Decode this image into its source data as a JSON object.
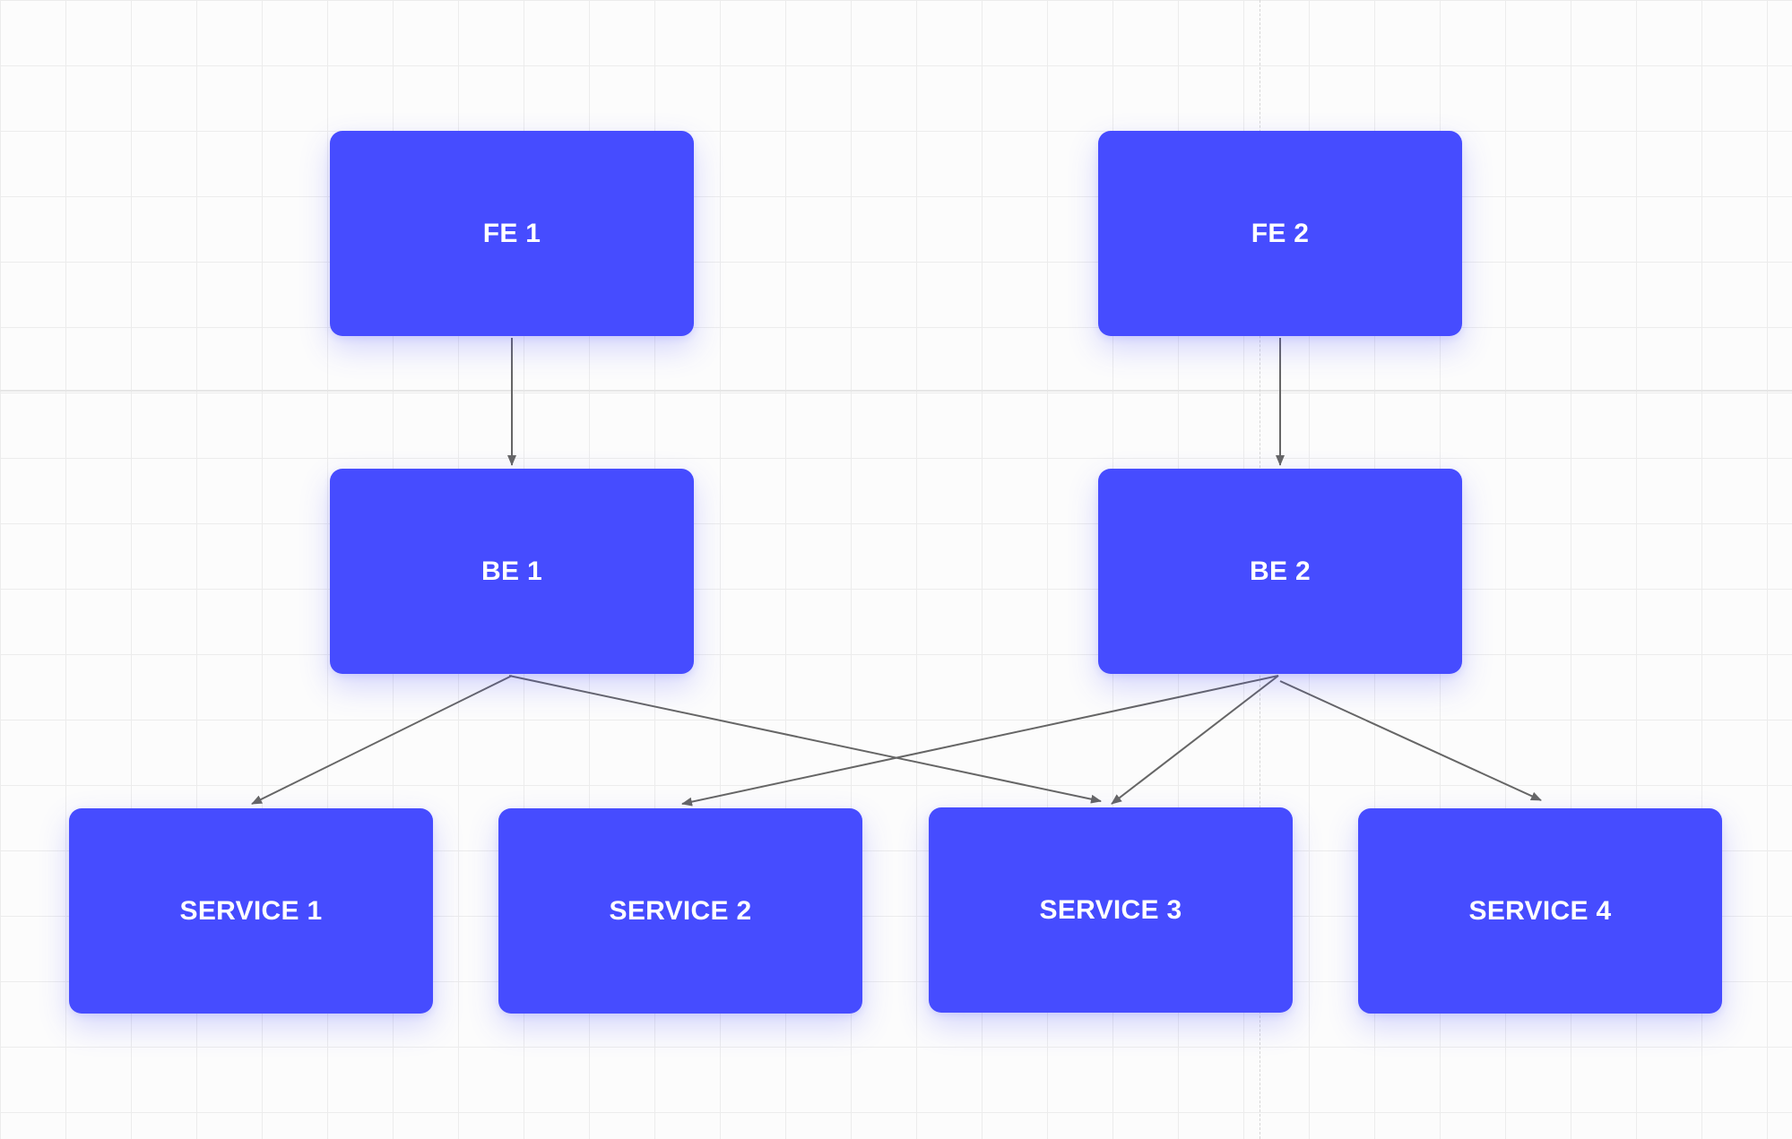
{
  "theme": {
    "node_fill": "#464cff",
    "node_text": "#ffffff",
    "edge_color": "#666666",
    "grid_color": "#ececec",
    "background": "#fcfcfc"
  },
  "diagram": {
    "nodes": [
      {
        "id": "fe1",
        "label": "FE 1"
      },
      {
        "id": "fe2",
        "label": "FE 2"
      },
      {
        "id": "be1",
        "label": "BE 1"
      },
      {
        "id": "be2",
        "label": "BE 2"
      },
      {
        "id": "svc1",
        "label": "SERVICE 1"
      },
      {
        "id": "svc2",
        "label": "SERVICE 2"
      },
      {
        "id": "svc3",
        "label": "SERVICE 3"
      },
      {
        "id": "svc4",
        "label": "SERVICE 4"
      }
    ],
    "edges": [
      {
        "from": "fe1",
        "to": "be1"
      },
      {
        "from": "fe2",
        "to": "be2"
      },
      {
        "from": "be1",
        "to": "svc1"
      },
      {
        "from": "be1",
        "to": "svc3"
      },
      {
        "from": "be2",
        "to": "svc2"
      },
      {
        "from": "be2",
        "to": "svc3"
      },
      {
        "from": "be2",
        "to": "svc4"
      }
    ]
  }
}
